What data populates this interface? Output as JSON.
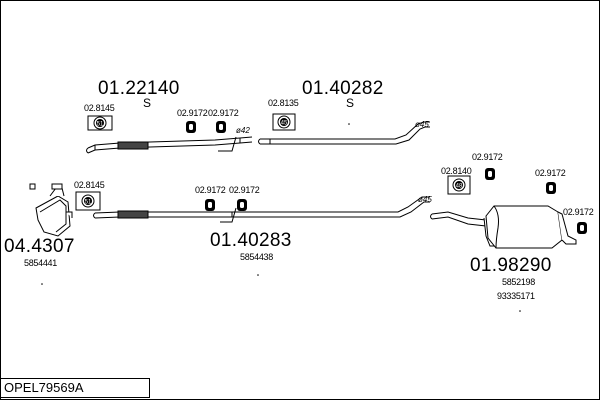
{
  "title": "OPEL79569A",
  "parts": {
    "pipe_front_upper": {
      "number": "01.22140",
      "suffix": "S"
    },
    "pipe_rear_upper": {
      "number": "01.40282",
      "suffix": "S"
    },
    "pipe_middle": {
      "number": "01.40283",
      "ref": "5854438"
    },
    "catalyst": {
      "number": "04.4307",
      "ref": "5854441"
    },
    "rear_silencer": {
      "number": "01.98290",
      "ref1": "5852198",
      "ref2": "93335171"
    }
  },
  "fittings": {
    "gasket_upper": {
      "code": "02.8145",
      "badge": "51"
    },
    "hanger_upper_1": {
      "code": "02.9172"
    },
    "hanger_upper_2": {
      "code": "02.9172"
    },
    "clamp_upper": {
      "code": "02.8135",
      "badge": "45"
    },
    "gasket_lower": {
      "code": "02.8145",
      "badge": "51"
    },
    "hanger_mid_1": {
      "code": "02.9172"
    },
    "hanger_mid_2": {
      "code": "02.9172"
    },
    "clamp_rear": {
      "code": "02.8140",
      "badge": "48"
    },
    "hanger_rear_1": {
      "code": "02.9172"
    },
    "hanger_rear_2": {
      "code": "02.9172"
    },
    "hanger_rear_3": {
      "code": "02.9172"
    }
  },
  "diameters": {
    "d42": "ø42",
    "d45_upper": "ø45",
    "d45_lower": "ø45"
  },
  "stroke_color": "#000000",
  "background_color": "#ffffff"
}
